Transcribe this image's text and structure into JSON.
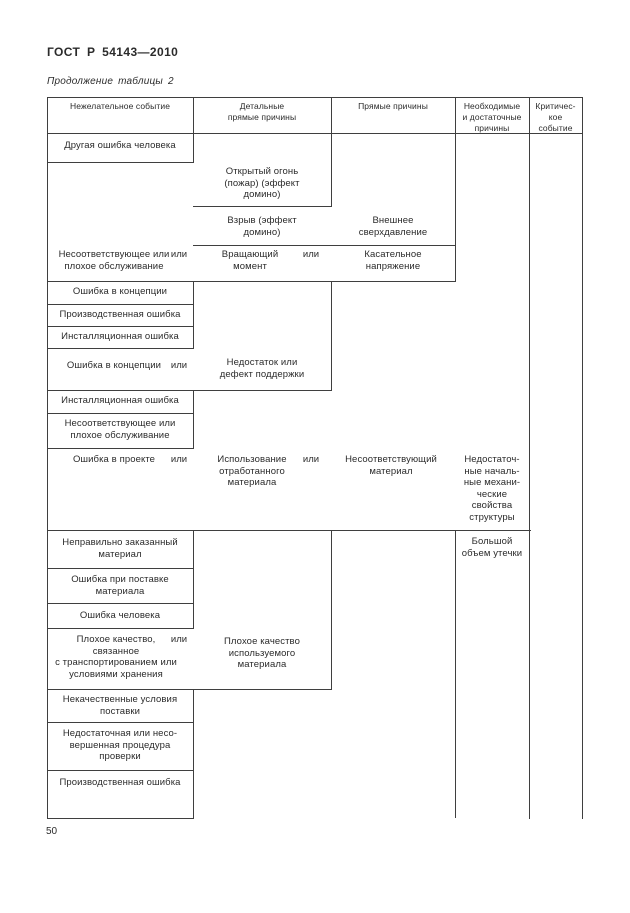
{
  "page": {
    "doc_title": "ГОСТ Р 54143—2010",
    "table_caption": "Продолжение таблицы 2",
    "page_number": "50"
  },
  "colors": {
    "text": "#2b2b2b",
    "border": "#3f3f3f",
    "background": "#ffffff"
  },
  "table": {
    "headers": [
      "Нежелательное событие",
      "Детальные\nпрямые причины",
      "Прямые причины",
      "Необходимые\nи достаточные\nпричины",
      "Критичес-\nкое\nсобытие"
    ],
    "connector": "или",
    "cells": {
      "a1": "Другая ошибка человека",
      "a2": "Открытый огонь\n(пожар) (эффект\nдомино)",
      "a3_col2": "Взрыв (эффект\nдомино)",
      "a3_col3": "Внешнее\nсверхдавление",
      "a4_col1": "Несоответствующее или\nплохое обслуживание",
      "a4_col2": "Вращающий\nмомент",
      "a4_col3": "Касательное\nнапряжение",
      "b1": "Ошибка в концепции",
      "b2": "Производственная ошибка",
      "b3": "Инсталляционная ошибка",
      "b4": "Ошибка в концепции",
      "b_col2": "Недостаток или\nдефект поддержки",
      "b5": "Инсталляционная ошибка",
      "b6": "Несоответствующее или\nплохое обслуживание",
      "c_col1": "Ошибка в проекте",
      "c_col2": "Использование\nотработанного\nматериала",
      "c_col3": "Несоответствующий\nматериал",
      "c_col4": "Недостаточ-\nные началь-\nные механи-\nческие\nсвойства\nструктуры",
      "d_col4": "Большой\nобъем утечки",
      "d1": "Неправильно заказанный\nматериал",
      "d2": "Ошибка при поставке\nматериала",
      "d3": "Ошибка человека",
      "d4": "Плохое качество,\nсвязанное\nс транспортированием или\nусловиями хранения",
      "d_col2": "Плохое качество\nиспользуемого\nматериала",
      "d5": "Некачественные условия\nпоставки",
      "d6": "Недостаточная или несо-\nвершенная процедура\nпроверки",
      "d7": "Производственная ошибка"
    }
  }
}
